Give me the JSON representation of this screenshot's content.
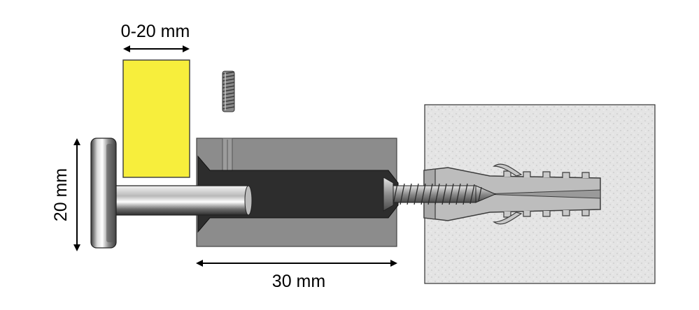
{
  "dimensions": {
    "top_gap": "0-20 mm",
    "height": "20 mm",
    "depth": "30 mm"
  },
  "colors": {
    "panel": "#f7ee3c",
    "housing": "#8c8c8c",
    "wall": "#e3e3e3",
    "metal": "#bdbdbd",
    "dowel": "#c4c4c4"
  },
  "icons": {
    "set_screw": "set-screw-icon",
    "wood_screw": "wood-screw-icon",
    "wall_plug": "wall-plug-icon"
  }
}
